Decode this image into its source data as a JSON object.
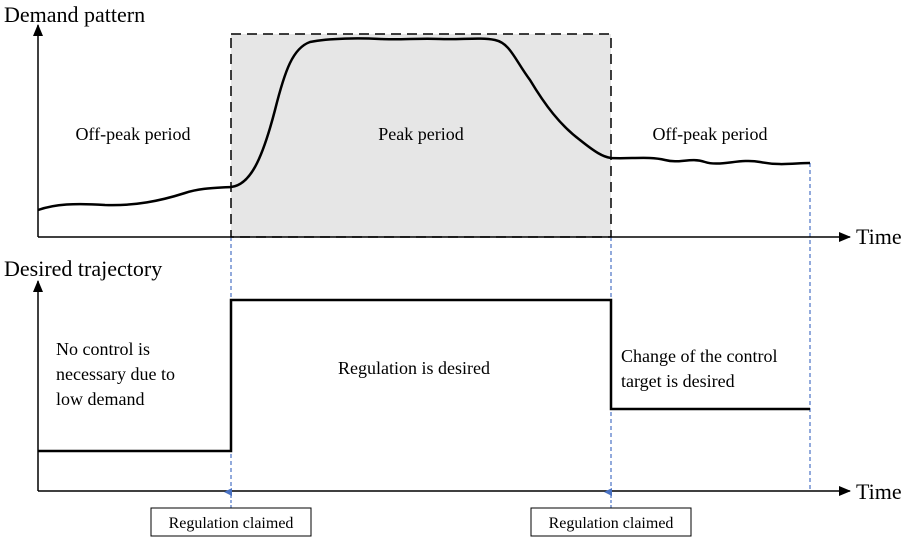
{
  "top_panel": {
    "y_axis_label": "Demand pattern",
    "x_axis_label": "Time",
    "region_left_label": "Off-peak period",
    "region_peak_label": "Peak period",
    "region_right_label": "Off-peak period",
    "peak_fill_color": "#e6e6e6"
  },
  "bottom_panel": {
    "y_axis_label": "Desired trajectory",
    "x_axis_label": "Time",
    "left_text": [
      "No control is",
      "necessary due to",
      "low demand"
    ],
    "middle_text": "Regulation is desired",
    "right_text": [
      "Change of the control",
      "target is desired"
    ]
  },
  "markers": {
    "left_label": "Regulation claimed",
    "right_label": "Regulation claimed",
    "guide_color": "#4a72c4"
  }
}
